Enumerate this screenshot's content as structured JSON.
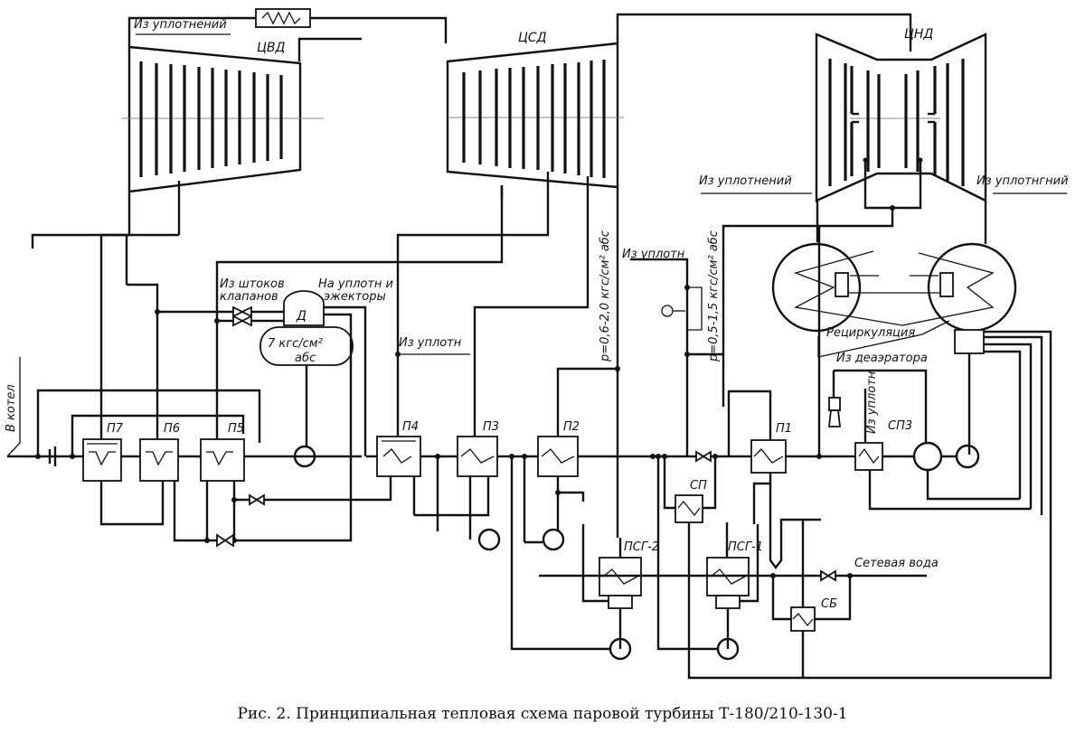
{
  "diagram": {
    "cylinders": {
      "hp": "ЦВД",
      "ip": "ЦСД",
      "lp": "ЦНД"
    },
    "heaters": {
      "p7": "П7",
      "p6": "П6",
      "p5": "П5",
      "p4": "П4",
      "p3": "П3",
      "p2": "П2",
      "p1": "П1",
      "sp": "СП",
      "sp3": "СП3",
      "psg2": "ПСГ-2",
      "psg1": "ПСГ-1",
      "sb": "СБ"
    },
    "deaerator": {
      "label": "Д",
      "pressure": "7 кгс/см²",
      "pressure_unit": "абс"
    },
    "labels": {
      "from_seals_top": "Из уплотнений",
      "from_valve_stems_1": "Из штоков",
      "from_valve_stems_2": "клапанов",
      "to_seals_ejectors_1": "На уплотн и",
      "to_seals_ejectors_2": "эжекторы",
      "from_seals_p4": "Из уплотн",
      "from_seals_mid": "Из уплотн",
      "pressure_psg2": "p=0,6-2,0 кгс/см² абс",
      "pressure_psg1": "p=0,5-1,5 кгс/см² абс",
      "from_seals_left_lp": "Из уплотнений",
      "from_seals_right_lp": "Из уплотнгний",
      "recirculation": "Рециркуляция",
      "from_deaerator": "Из деаэратора",
      "from_seals_sp3": "Из уплотн",
      "to_boiler": "В котел",
      "network_water": "Сетевая вода"
    },
    "caption": "Рис. 2. Принципиальная тепловая схема паровой турбины Т-180/210-130-1"
  }
}
